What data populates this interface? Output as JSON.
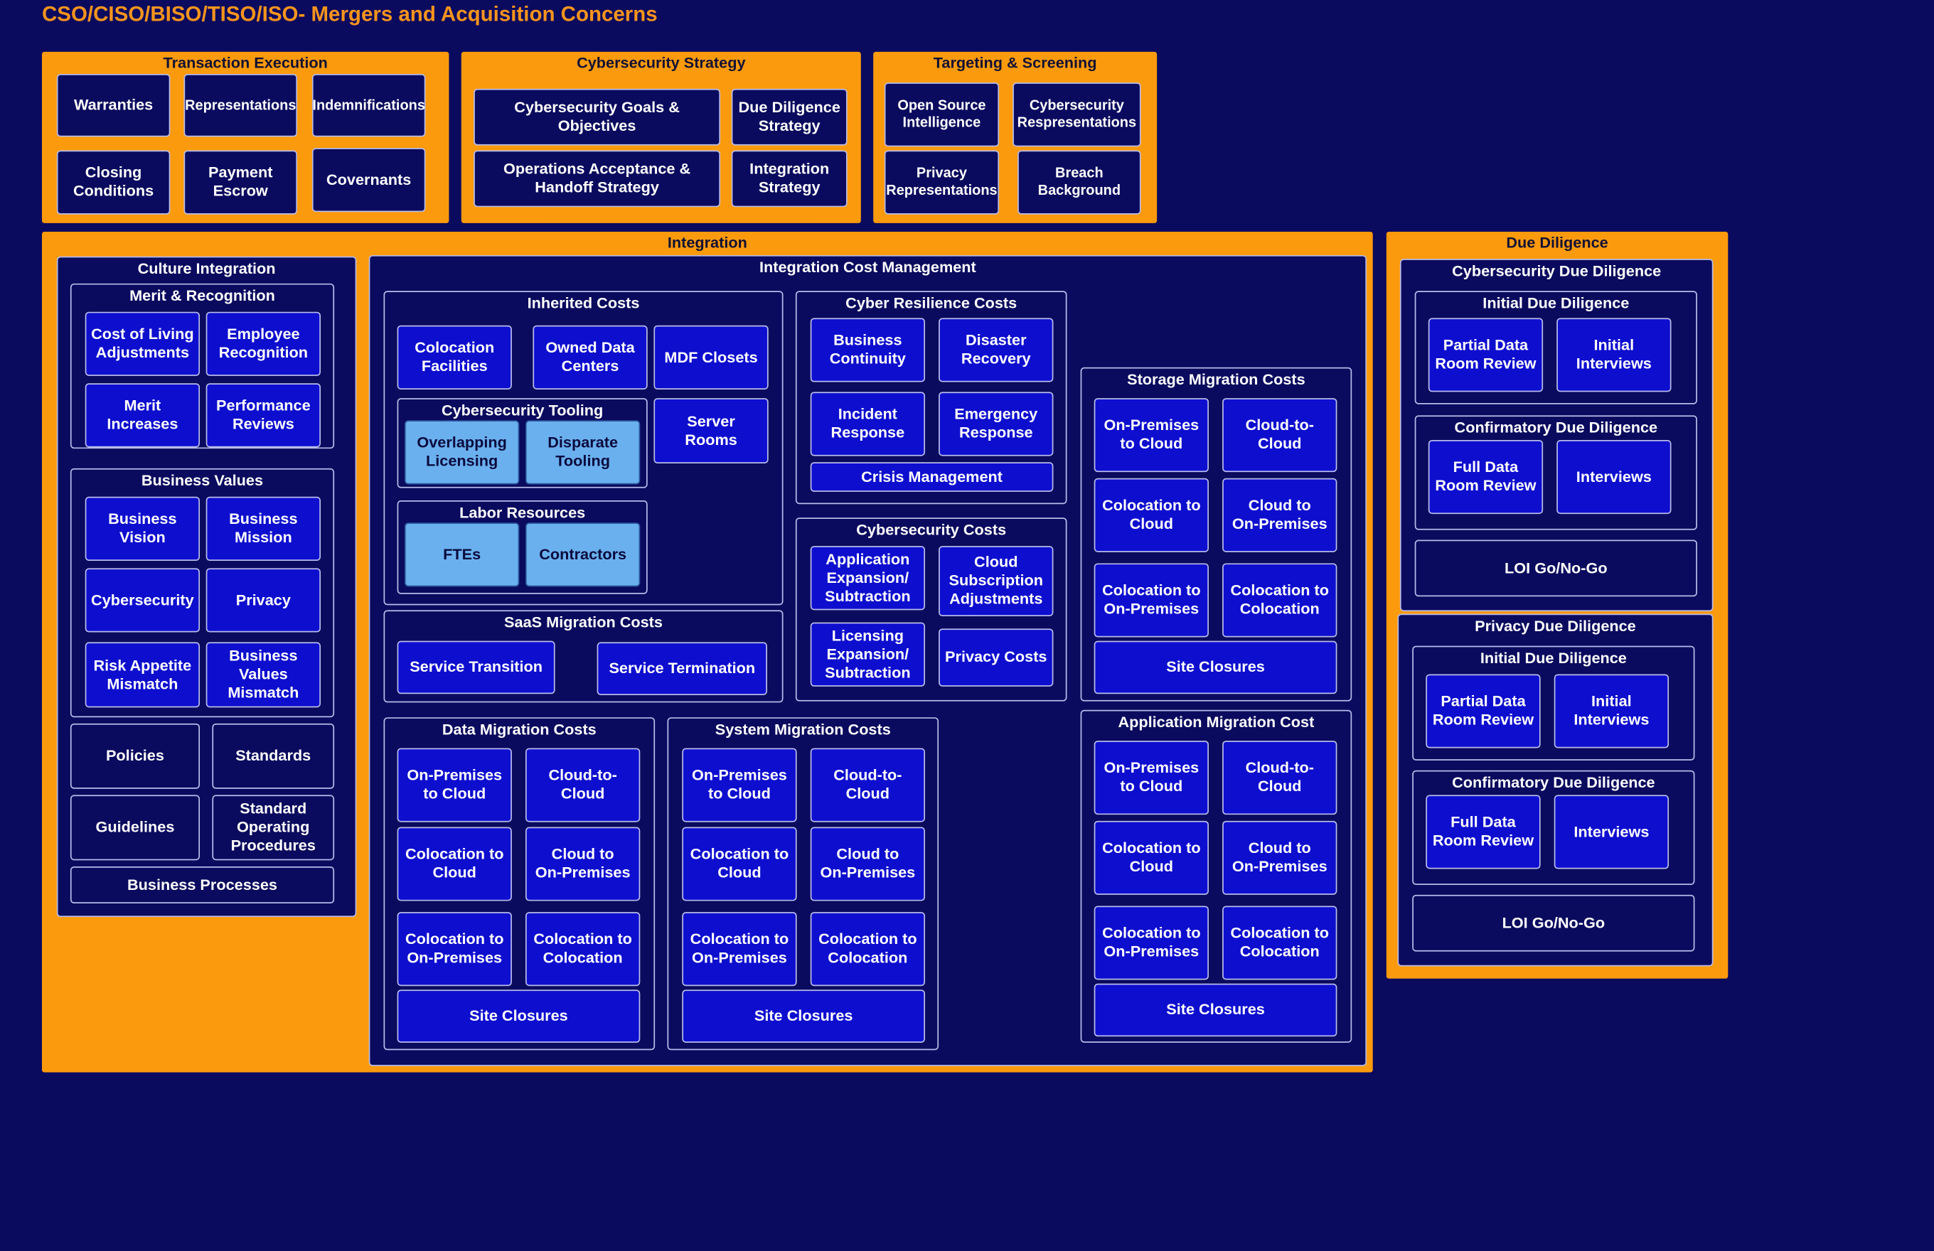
{
  "page": {
    "title": "CSO/CISO/BISO/TISO/ISO- Mergers and Acquisition Concerns"
  },
  "transaction_execution": {
    "label": "Transaction Execution",
    "items": [
      "Warranties",
      "Representations",
      "Indemnifications",
      "Closing\nConditions",
      "Payment\nEscrow",
      "Covernants"
    ]
  },
  "cybersecurity_strategy": {
    "label": "Cybersecurity Strategy",
    "items": [
      "Cybersecurity Goals &\nObjectives",
      "Due Diligence\nStrategy",
      "Operations Acceptance &\nHandoff Strategy",
      "Integration\nStrategy"
    ]
  },
  "targeting": {
    "label": "Targeting & Screening",
    "items": [
      "Open Source\nIntelligence",
      "Cybersecurity\nRespresentations",
      "Privacy\nRepresentations",
      "Breach\nBackground"
    ]
  },
  "integration": {
    "label": "Integration",
    "culture": {
      "label": "Culture Integration",
      "merit": {
        "label": "Merit & Recognition",
        "items": [
          "Cost of Living\nAdjustments",
          "Employee\nRecognition",
          "Merit\nIncreases",
          "Performance\nReviews"
        ]
      },
      "values": {
        "label": "Business Values",
        "items": [
          "Business\nVision",
          "Business\nMission",
          "Cybersecurity",
          "Privacy",
          "Risk Appetite\nMismatch",
          "Business\nValues\nMismatch"
        ]
      },
      "policies": "Policies",
      "standards": "Standards",
      "guidelines": "Guidelines",
      "sop": "Standard\nOperating\nProcedures",
      "processes": "Business Processes"
    },
    "cost_mgmt": {
      "label": "Integration Cost Management",
      "inherited": {
        "label": "Inherited Costs",
        "colocation": "Colocation\nFacilities",
        "owned": "Owned Data\nCenters",
        "mdf": "MDF Closets",
        "server": "Server\nRooms",
        "tooling": {
          "label": "Cybersecurity Tooling",
          "items": [
            "Overlapping\nLicensing",
            "Disparate\nTooling"
          ]
        },
        "labor": {
          "label": "Labor Resources",
          "items": [
            "FTEs",
            "Contractors"
          ]
        }
      },
      "saas": {
        "label": "SaaS Migration Costs",
        "items": [
          "Service Transition",
          "Service Termination"
        ]
      },
      "resilience": {
        "label": "Cyber Resilience Costs",
        "items": [
          "Business\nContinuity",
          "Disaster\nRecovery",
          "Incident\nResponse",
          "Emergency\nResponse"
        ],
        "crisis": "Crisis Management"
      },
      "cyber_costs": {
        "label": "Cybersecurity Costs",
        "items": [
          "Application\nExpansion/\nSubtraction",
          "Cloud\nSubscription\nAdjustments",
          "Licensing\nExpansion/\nSubtraction",
          "Privacy Costs"
        ]
      },
      "data_migration": {
        "label": "Data Migration Costs",
        "items": [
          "On-Premises\nto Cloud",
          "Cloud-to-Cloud",
          "Colocation  to\nCloud",
          "Cloud to\nOn-Premises",
          "Colocation to\nOn-Premises",
          "Colocation to\nColocation"
        ],
        "closures": "Site Closures"
      },
      "system_migration": {
        "label": "System Migration Costs",
        "items": [
          "On-Premises\nto Cloud",
          "Cloud-to-Cloud",
          "Colocation  to\nCloud",
          "Cloud to\nOn-Premises",
          "Colocation to\nOn-Premises",
          "Colocation to\nColocation"
        ],
        "closures": "Site Closures"
      },
      "storage_migration": {
        "label": "Storage Migration Costs",
        "items": [
          "On-Premises\nto Cloud",
          "Cloud-to-Cloud",
          "Colocation  to\nCloud",
          "Cloud to\nOn-Premises",
          "Colocation to\nOn-Premises",
          "Colocation to\nColocation"
        ],
        "closures": "Site Closures"
      },
      "app_migration": {
        "label": "Application Migration Cost",
        "items": [
          "On-Premises\nto Cloud",
          "Cloud-to-Cloud",
          "Colocation  to\nCloud",
          "Cloud to\nOn-Premises",
          "Colocation to\nOn-Premises",
          "Colocation to\nColocation"
        ],
        "closures": "Site Closures"
      }
    }
  },
  "due_diligence": {
    "label": "Due Diligence",
    "cyber": {
      "label": "Cybersecurity Due Diligence",
      "initial": {
        "label": "Initial Due Diligence",
        "items": [
          "Partial Data\nRoom Review",
          "Initial\nInterviews"
        ]
      },
      "confirmatory": {
        "label": "Confirmatory Due Diligence",
        "items": [
          "Full Data\nRoom Review",
          "Interviews"
        ]
      },
      "loi": "LOI Go/No-Go"
    },
    "privacy": {
      "label": "Privacy Due Diligence",
      "initial": {
        "label": "Initial Due Diligence",
        "items": [
          "Partial Data\nRoom Review",
          "Initial\nInterviews"
        ]
      },
      "confirmatory": {
        "label": "Confirmatory Due Diligence",
        "items": [
          "Full Data\nRoom Review",
          "Interviews"
        ]
      },
      "loi": "LOI Go/No-Go"
    }
  }
}
